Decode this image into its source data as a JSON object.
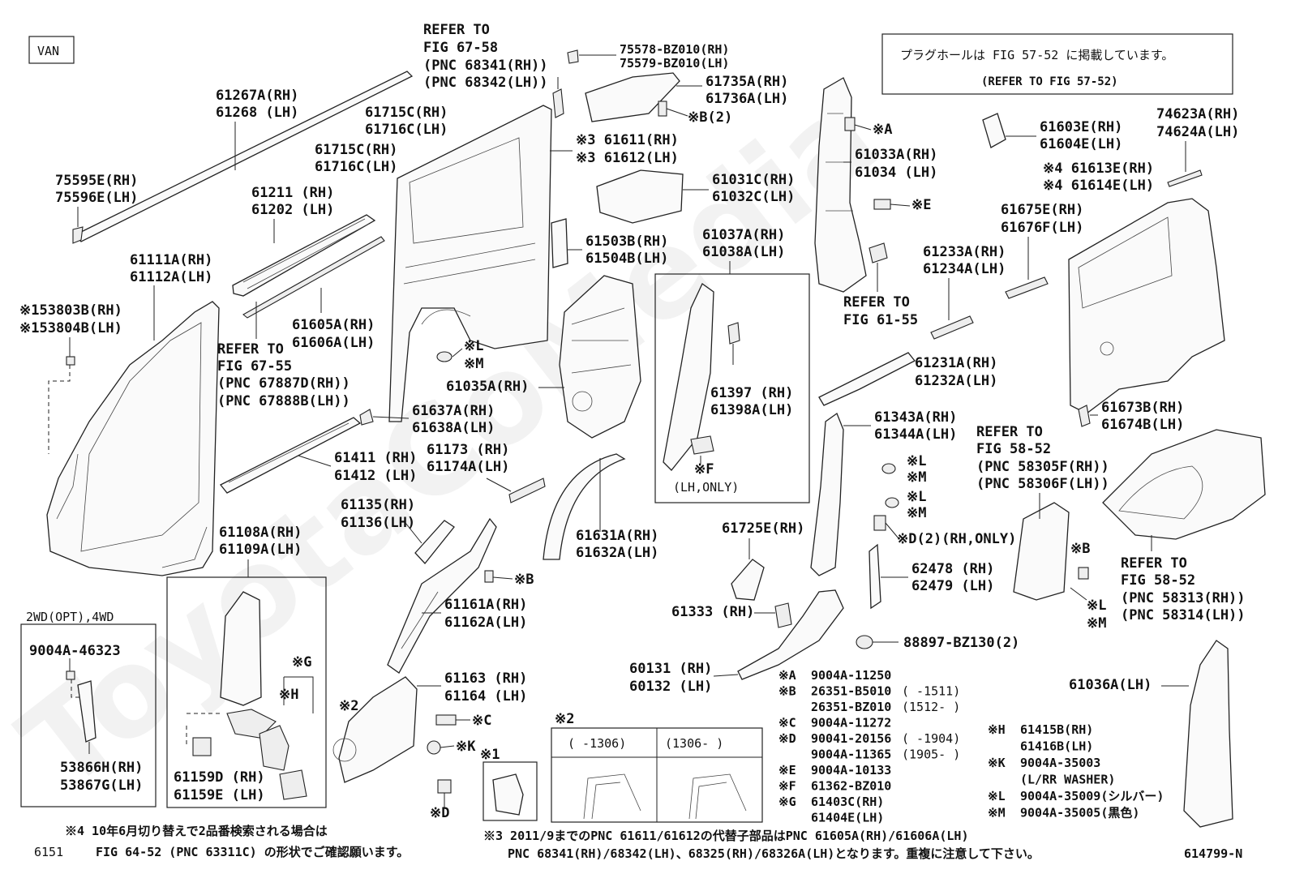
{
  "variant": "VAN",
  "notice": {
    "line1": "プラグホールは FIG 57-52 に掲載しています。",
    "line2": "(REFER TO FIG 57-52)"
  },
  "callouts": {
    "refer6758": [
      "REFER TO",
      "FIG 67-58",
      "(PNC 68341(RH))",
      "(PNC 68342(LH))"
    ],
    "p75578": [
      "75578-BZ010(RH)",
      "75579-BZ010(LH)"
    ],
    "p61735": [
      "61735A(RH)",
      "61736A(LH)"
    ],
    "markB2": "※B(2)",
    "p61267": [
      "61267A(RH)",
      "61268  (LH)"
    ],
    "p61715c1": [
      "61715C(RH)",
      "61716C(LH)"
    ],
    "p61611": [
      "※3 61611(RH)",
      "※3 61612(LH)"
    ],
    "p61715c2": [
      "61715C(RH)",
      "61716C(LH)"
    ],
    "p75595": [
      "75595E(RH)",
      "75596E(LH)"
    ],
    "p61031": [
      "61031C(RH)",
      "61032C(LH)"
    ],
    "p61211": [
      "61211 (RH)",
      "61202 (LH)"
    ],
    "p61503": [
      "61503B(RH)",
      "61504B(LH)"
    ],
    "p61111": [
      "61111A(RH)",
      "61112A(LH)"
    ],
    "p61037": [
      "61037A(RH)",
      "61038A(LH)"
    ],
    "p153803": [
      "※153803B(RH)",
      "※153804B(LH)"
    ],
    "p61605": [
      "61605A(RH)",
      "61606A(LH)"
    ],
    "refer6755": [
      "REFER TO",
      "FIG 67-55",
      "(PNC 67887D(RH))",
      "(PNC 67888B(LH))"
    ],
    "markL1": "※L",
    "markM1": "※M",
    "p61035": "61035A(RH)",
    "p61637": [
      "61637A(RH)",
      "61638A(LH)"
    ],
    "p61411": [
      "61411 (RH)",
      "61412 (LH)"
    ],
    "p61173": [
      "61173  (RH)",
      "61174A(LH)"
    ],
    "p61135": [
      "61135(RH)",
      "61136(LH)"
    ],
    "p61631": [
      "61631A(RH)",
      "61632A(LH)"
    ],
    "p61108": [
      "61108A(RH)",
      "61109A(LH)"
    ],
    "markB3": "※B",
    "p61161": [
      "61161A(RH)",
      "61162A(LH)"
    ],
    "p61397": [
      "61397  (RH)",
      "61398A(LH)"
    ],
    "markF": "※F",
    "lhonly": "(LH,ONLY)",
    "markA": "※A",
    "p61033": [
      "61033A(RH)",
      "61034  (LH)"
    ],
    "markE": "※E",
    "refer6155": [
      "REFER TO",
      "FIG 61-55"
    ],
    "p61603": [
      "61603E(RH)",
      "61604E(LH)"
    ],
    "p74623": [
      "74623A(RH)",
      "74624A(LH)"
    ],
    "p61613": [
      "※4 61613E(RH)",
      "※4 61614E(LH)"
    ],
    "p61675": [
      "61675E(RH)",
      "61676F(LH)"
    ],
    "p61233": [
      "61233A(RH)",
      "61234A(LH)"
    ],
    "p61231": [
      "61231A(RH)",
      "61232A(LH)"
    ],
    "p61343": [
      "61343A(RH)",
      "61344A(LH)"
    ],
    "p61673": [
      "61673B(RH)",
      "61674B(LH)"
    ],
    "refer5852a": [
      "REFER TO",
      "FIG 58-52",
      "(PNC 58305F(RH))",
      "(PNC 58306F(LH))"
    ],
    "markL2": "※L",
    "markM2": "※M",
    "markL3": "※L",
    "markM3": "※M",
    "markD2": "※D(2)(RH,ONLY)",
    "p61725": "61725E(RH)",
    "p62478": [
      "62478 (RH)",
      "62479 (LH)"
    ],
    "markB4": "※B",
    "refer5852b": [
      "REFER TO",
      "FIG 58-52",
      "(PNC 58313(RH))",
      "(PNC 58314(LH))"
    ],
    "p61333": "61333 (RH)",
    "markL4": "※L",
    "markM4": "※M",
    "p88897": "88897-BZ130(2)",
    "p60131": [
      "60131 (RH)",
      "60132 (LH)"
    ],
    "p61036": "61036A(LH)",
    "wd": "2WD(OPT),4WD",
    "p9004a46323": "9004A-46323",
    "p53866": [
      "53866H(RH)",
      "53867G(LH)"
    ],
    "markG": "※G",
    "markH": "※H",
    "p61159": [
      "61159D (RH)",
      "61159E (LH)"
    ],
    "mark2": "※2",
    "p61163": [
      "61163 (RH)",
      "61164 (LH)"
    ],
    "markC": "※C",
    "markK": "※K",
    "markD": "※D",
    "mark1": "※1",
    "detail2": {
      "title": "※2",
      "left": "(    -1306)",
      "right": "(1306-     )"
    }
  },
  "legend": [
    {
      "mark": "※A",
      "part": "9004A-11250",
      "range": ""
    },
    {
      "mark": "※B",
      "part": "26351-B5010",
      "range": "(      -1511)"
    },
    {
      "mark": "",
      "part": "26351-BZ010",
      "range": "(1512-      )"
    },
    {
      "mark": "※C",
      "part": "9004A-11272",
      "range": ""
    },
    {
      "mark": "※D",
      "part": "90041-20156",
      "range": "(      -1904)"
    },
    {
      "mark": "",
      "part": "9004A-11365",
      "range": "(1905-      )"
    },
    {
      "mark": "※E",
      "part": "9004A-10133",
      "range": ""
    },
    {
      "mark": "※F",
      "part": "61362-BZ010",
      "range": ""
    },
    {
      "mark": "※G",
      "part": "61403C(RH)",
      "range": ""
    },
    {
      "mark": "",
      "part": "61404E(LH)",
      "range": ""
    }
  ],
  "legend2": [
    {
      "mark": "※H",
      "part": "61415B(RH)"
    },
    {
      "mark": "",
      "part": "61416B(LH)"
    },
    {
      "mark": "※K",
      "part": "9004A-35003"
    },
    {
      "mark": "",
      "part": "(L/RR WASHER)"
    },
    {
      "mark": "※L",
      "part": "9004A-35009(シルバー)"
    },
    {
      "mark": "※M",
      "part": "9004A-35005(黒色)"
    }
  ],
  "footer": {
    "note4_line1": "※4 10年6月切り替えで2品番検索される場合は",
    "note4_line2": "FIG 64-52 (PNC 63311C) の形状でご確認願います。",
    "page": "6151",
    "note3_line1": "※3  2011/9までのPNC 61611/61612の代替子部品はPNC 61605A(RH)/61606A(LH)",
    "note3_line2": "PNC 68341(RH)/68342(LH)、68325(RH)/68326A(LH)となります。重複に注意して下さい。",
    "drawing_no": "614799-N"
  },
  "watermark": "ToyotaCoMedia"
}
